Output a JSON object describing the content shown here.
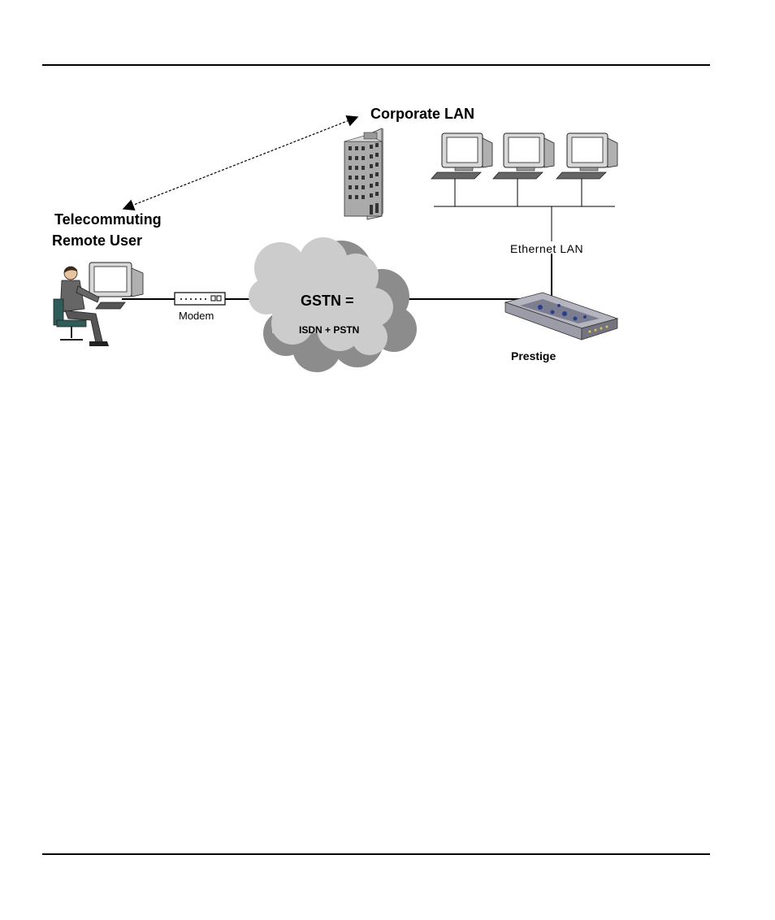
{
  "diagram": {
    "labels": {
      "corporate_lan": "Corporate LAN",
      "telecommuting": "Telecommuting",
      "remote_user": "Remote User",
      "ethernet_lan": "Ethernet LAN",
      "modem": "Modem",
      "gstn": "GSTN  =",
      "isdn_pstn": "ISDN + PSTN",
      "prestige": "Prestige"
    }
  }
}
